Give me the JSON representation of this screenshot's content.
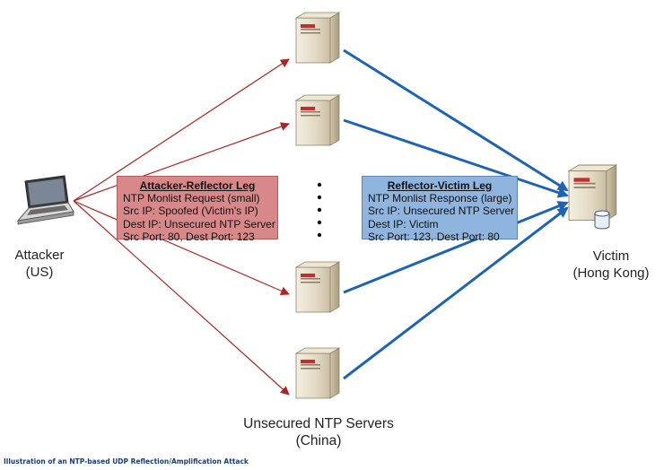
{
  "attacker": {
    "name": "Attacker",
    "location": "(US)"
  },
  "victim": {
    "name": "Victim",
    "location": "(Hong Kong)"
  },
  "servers": {
    "name": "Unsecured NTP Servers",
    "location": "(China)"
  },
  "attacker_reflector_leg": {
    "title": "Attacker-Reflector Leg",
    "lines": [
      "NTP Monlist Request (small)",
      "Src IP: Spoofed (Victim's IP)",
      "Dest IP: Unsecured NTP Server",
      "Src Port: 80, Dest Port: 123"
    ]
  },
  "reflector_victim_leg": {
    "title": "Reflector-Victim Leg",
    "lines": [
      "NTP Monlist Response (large)",
      "Src IP: Unsecured NTP Server",
      "Dest IP: Victim",
      "Src Port: 123, Dest Port: 80"
    ]
  },
  "caption": "Illustration of an NTP-based UDP Reflection/Amplification Attack",
  "colors": {
    "request_arrow": "#b22222",
    "response_arrow": "#1e64b4",
    "red_box": "#d9888a",
    "blue_box": "#8fb4dd"
  },
  "icons": [
    "laptop-icon",
    "server-icon",
    "database-icon"
  ]
}
